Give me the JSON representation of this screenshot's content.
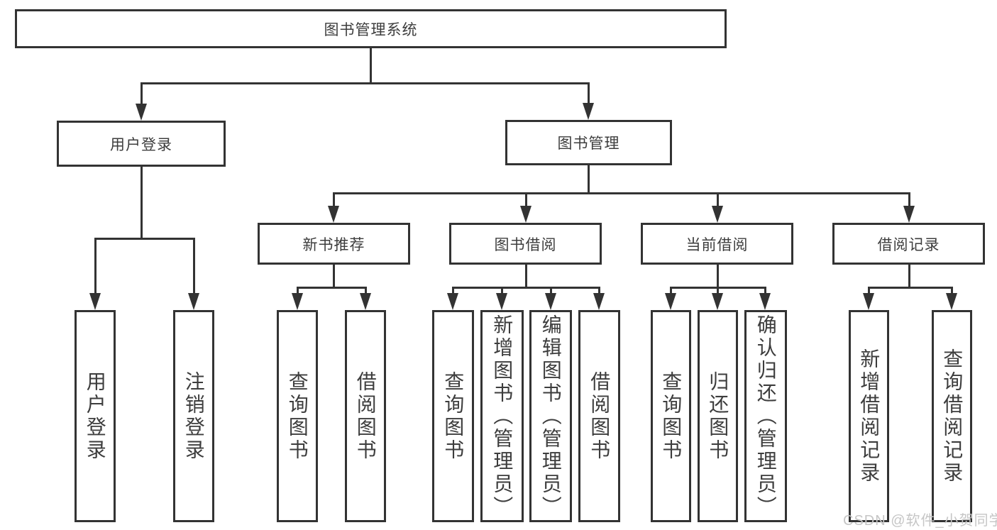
{
  "diagram": {
    "root": {
      "label": "图书管理系统"
    },
    "branches": [
      {
        "label": "用户登录",
        "children": [
          {
            "label": "用户登录"
          },
          {
            "label": "注销登录"
          }
        ]
      },
      {
        "label": "图书管理",
        "sections": [
          {
            "label": "新书推荐",
            "children": [
              {
                "label": "查询图书"
              },
              {
                "label": "借阅图书"
              }
            ]
          },
          {
            "label": "图书借阅",
            "children": [
              {
                "label": "查询图书"
              },
              {
                "label": "新增图书（管理员）"
              },
              {
                "label": "编辑图书（管理员）"
              },
              {
                "label": "借阅图书"
              }
            ]
          },
          {
            "label": "当前借阅",
            "children": [
              {
                "label": "查询图书"
              },
              {
                "label": "归还图书"
              },
              {
                "label": "确认归还（管理员）"
              }
            ]
          },
          {
            "label": "借阅记录",
            "children": [
              {
                "label": "新增借阅记录"
              },
              {
                "label": "查询借阅记录"
              }
            ]
          }
        ]
      }
    ]
  },
  "watermark": {
    "text": "CSDN @软件_小贺同学",
    "color": "#c6c6c6"
  },
  "colors": {
    "line": "#333333",
    "text": "#3d3d3d",
    "background": "#ffffff"
  }
}
